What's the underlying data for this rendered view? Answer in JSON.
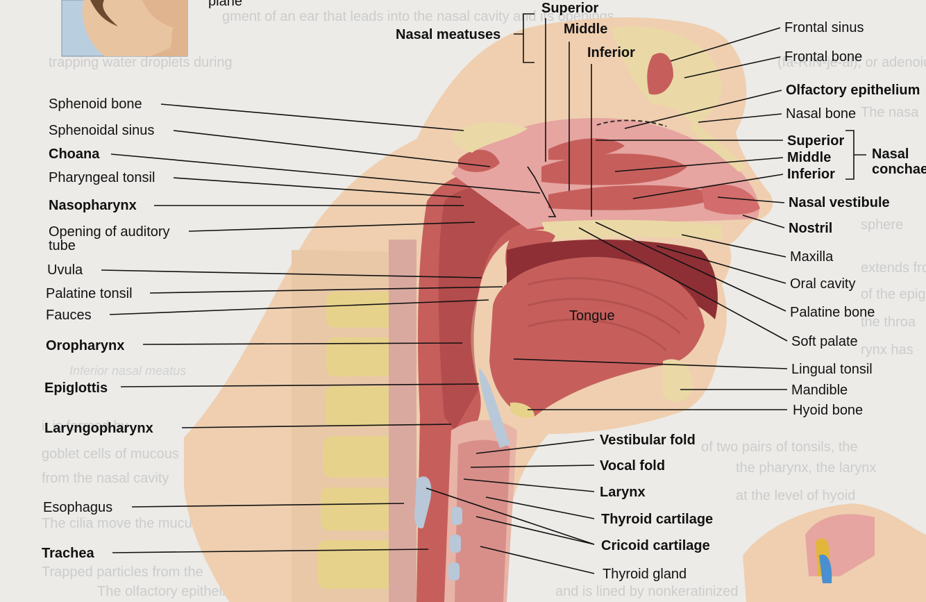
{
  "top_fragment": "plane",
  "labels_left": {
    "sphenoid_bone": "Sphenoid bone",
    "sphenoidal_sinus": "Sphenoidal sinus",
    "choana": "Choana",
    "pharyngeal_tonsil": "Pharyngeal tonsil",
    "nasopharynx": "Nasopharynx",
    "opening_auditory_tube_1": "Opening of auditory",
    "opening_auditory_tube_2": "tube",
    "uvula": "Uvula",
    "palatine_tonsil": "Palatine tonsil",
    "fauces": "Fauces",
    "oropharynx": "Oropharynx",
    "epiglottis": "Epiglottis",
    "laryngopharynx": "Laryngopharynx",
    "esophagus": "Esophagus",
    "trachea": "Trachea"
  },
  "labels_top": {
    "nasal_meatuses": "Nasal meatuses",
    "superior": "Superior",
    "middle": "Middle",
    "inferior": "Inferior"
  },
  "labels_right": {
    "frontal_sinus": "Frontal sinus",
    "frontal_bone": "Frontal bone",
    "olfactory_epithelium": "Olfactory epithelium",
    "nasal_bone": "Nasal bone",
    "conchae_superior": "Superior",
    "conchae_middle": "Middle",
    "conchae_inferior": "Inferior",
    "nasal_conchae_1": "Nasal",
    "nasal_conchae_2": "conchae",
    "nasal_vestibule": "Nasal vestibule",
    "nostril": "Nostril",
    "maxilla": "Maxilla",
    "oral_cavity": "Oral cavity",
    "palatine_bone": "Palatine bone",
    "soft_palate": "Soft palate",
    "lingual_tonsil": "Lingual tonsil",
    "mandible": "Mandible",
    "hyoid_bone": "Hyoid bone"
  },
  "labels_bottom": {
    "vestibular_fold": "Vestibular fold",
    "vocal_fold": "Vocal fold",
    "larynx": "Larynx",
    "thyroid_cartilage": "Thyroid cartilage",
    "cricoid_cartilage": "Cricoid cartilage",
    "thyroid_gland": "Thyroid gland"
  },
  "inner_labels": {
    "tongue": "Tongue"
  },
  "colors": {
    "page": "#ecebe8",
    "skin": "#efcfb0",
    "mucosa": "#e6a5a0",
    "muscle": "#c65f5c",
    "cavity": "#a43c40",
    "bone": "#ead9a6",
    "cartilage": "#b8c8d8",
    "tissue_dark": "#8e2f35"
  }
}
